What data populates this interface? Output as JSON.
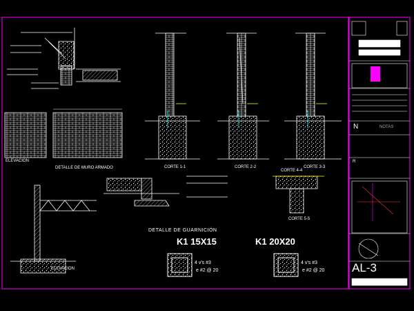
{
  "drawing": {
    "title_guarnicion": "DETALLE DE GUARNICIÓN",
    "k1_left": "K1 15X15",
    "k1_right": "K1 20X20",
    "rebar_left_1": "4 v's #3",
    "rebar_left_2": "e #2 @ 20",
    "rebar_right_1": "4 v's #3",
    "rebar_right_2": "e #2 @ 20",
    "elevacion_1": "ELEVACION",
    "elevacion_2": "ELEVACION",
    "corte_1": "CORTE 1-1",
    "corte_2": "CORTE 2-2",
    "corte_3": "CORTE 3-3",
    "corte_4": "CORTE 4-4",
    "corte_5": "CORTE 5-5",
    "detalle_muro": "DETALLE DE MURO ARMADO"
  },
  "title_block": {
    "note_n": "N",
    "note_label": "NOTAS",
    "rev_label": "R",
    "sheet_id": "AL-3"
  },
  "colors": {
    "background": "#000000",
    "frame": "#ff00ff",
    "linework": "#ffffff",
    "accent_yellow": "#ffff00",
    "accent_cyan": "#00ffff",
    "accent_red": "#ff3030",
    "accent_magenta": "#ff00ff"
  }
}
